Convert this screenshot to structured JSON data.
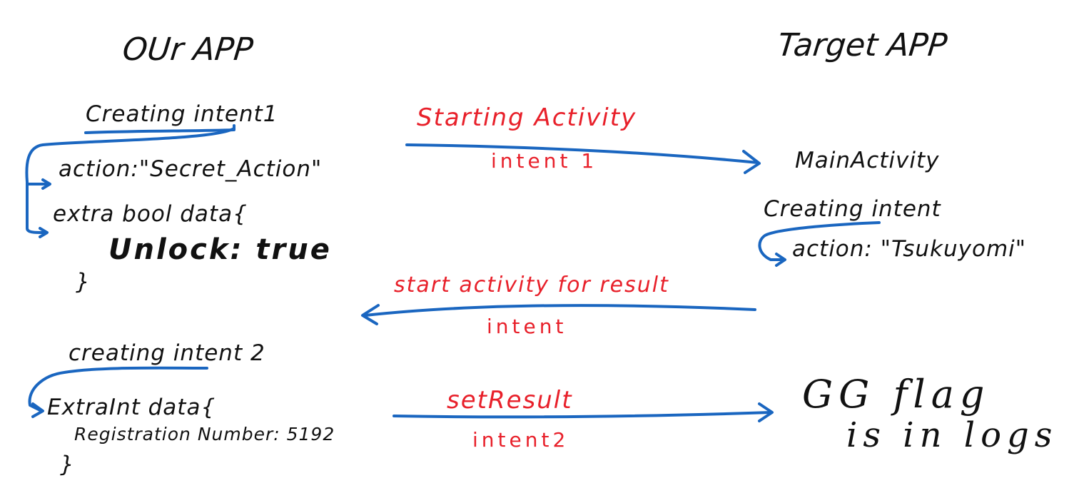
{
  "colors": {
    "ink": "#111111",
    "red": "#e8202a",
    "blue": "#1a66c0"
  },
  "left": {
    "title": "OUr APP",
    "intent1": {
      "heading": "Creating intent1",
      "action": "action:\"Secret_Action\"",
      "extra_open": "extra bool data{",
      "unlock": "Unlock: true",
      "close": "}"
    },
    "intent2": {
      "heading": "creating intent 2",
      "extra_open": "ExtraInt data{",
      "registration": "Registration Number: 5192",
      "close": "}"
    }
  },
  "right": {
    "title": "Target APP",
    "main_activity": "MainActivity",
    "intent_heading": "Creating intent",
    "action": "action: \"Tsukuyomi\"",
    "gg_line1": "GG flag",
    "gg_line2": "is in logs"
  },
  "arrows": {
    "starting_activity": {
      "label": "Starting Activity",
      "sublabel": "intent 1"
    },
    "start_for_result": {
      "label": "start activity for result",
      "sublabel": "intent"
    },
    "set_result": {
      "label": "setResult",
      "sublabel": "intent2"
    }
  }
}
